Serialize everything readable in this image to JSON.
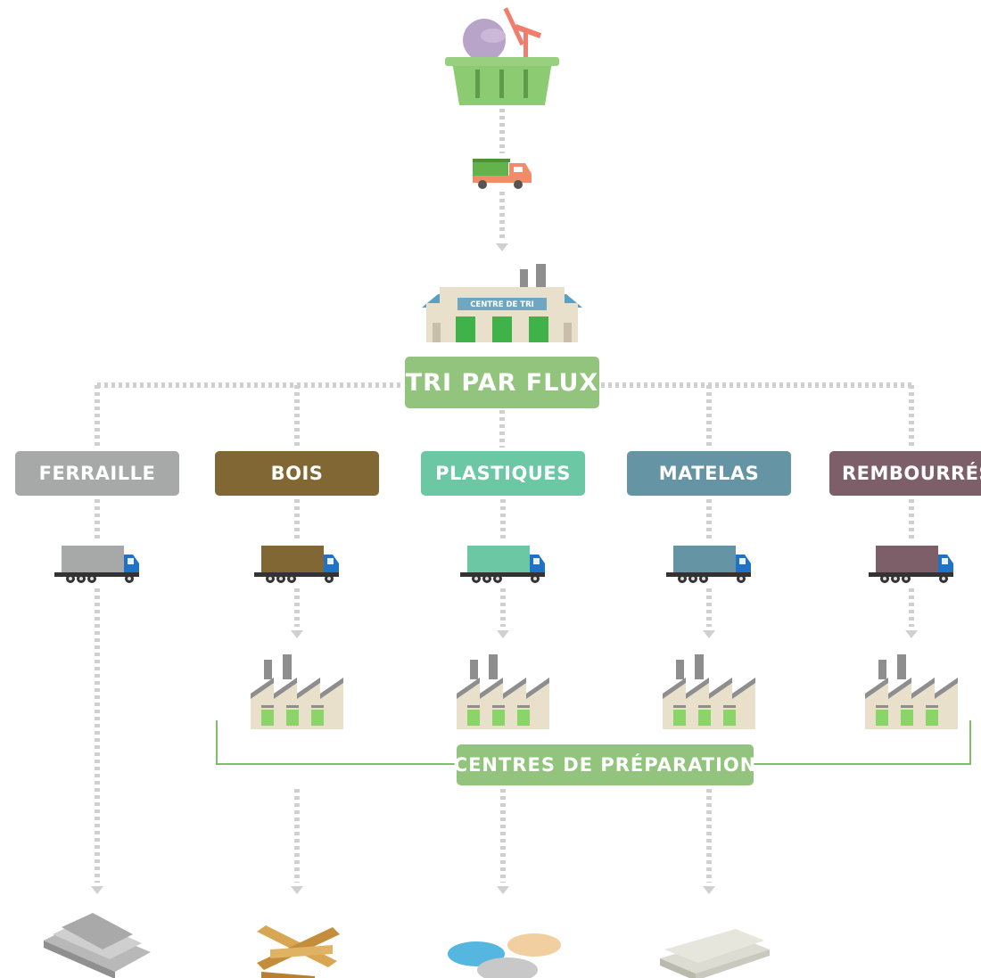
{
  "tri_label": "TRI PAR FLUX",
  "centre_sign": "CENTRE DE TRI",
  "prep_label": "CENTRES DE PRÉPARATION",
  "colors": {
    "green": "#92c47d",
    "dot": "#d0d0d0",
    "prep_line": "#7ebf63",
    "truck_cab": "#1f72c8"
  },
  "flows": [
    {
      "label": "FERRAILLE",
      "color": "#a7a9a8",
      "prep_center": false,
      "product": "steel-beams-icon"
    },
    {
      "label": "BOIS",
      "color": "#806733",
      "prep_center": true,
      "product": "wood-planks-icon"
    },
    {
      "label": "PLASTIQUES",
      "color": "#6cc7a4",
      "prep_center": true,
      "product": "plastic-pellets-icon"
    },
    {
      "label": "MATELAS",
      "color": "#6595a5",
      "prep_center": true,
      "product": "foam-panels-icon"
    },
    {
      "label": "REMBOURRÉS",
      "color": "#7c5f69",
      "prep_center": true,
      "product": null
    }
  ]
}
